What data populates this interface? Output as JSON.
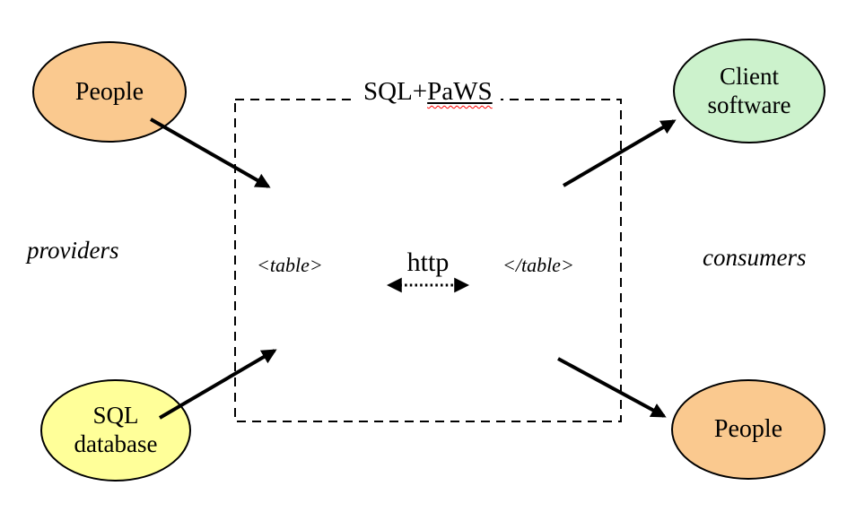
{
  "title": {
    "plain": "SQL+",
    "misspelled": "PaWS"
  },
  "nodes": {
    "people_top": {
      "label": "People"
    },
    "client_software": {
      "line1": "Client",
      "line2": "software"
    },
    "sql_database": {
      "line1": "SQL",
      "line2": "database"
    },
    "people_bottom": {
      "label": "People"
    }
  },
  "pipeline": {
    "input_tag": "<table>",
    "protocol": "http",
    "output_tag": "</table>"
  },
  "roles": {
    "left": "providers",
    "right": "consumers"
  },
  "colors": {
    "people_fill": "#FAC98F",
    "client_fill": "#CCF2CC",
    "database_fill": "#FFFF99",
    "squiggle": "#FF0000",
    "line": "#000000"
  }
}
